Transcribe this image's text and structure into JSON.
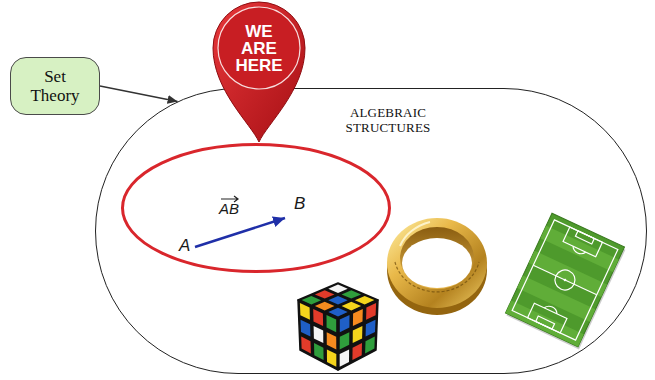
{
  "diagram": {
    "nodes": [
      {
        "text": [
          "WE ARE HERE"
        ]
      },
      {
        "text": [
          "Set Theory"
        ]
      },
      {
        "text": [
          "ALGEBRAIC STRUCTURES"
        ]
      },
      {
        "text": [
          "AB",
          "B",
          "A"
        ],
        "in": 2
      }
    ],
    "edges": [
      {
        "from": 1,
        "to": 2,
        "arrow": "to"
      }
    ]
  }
}
